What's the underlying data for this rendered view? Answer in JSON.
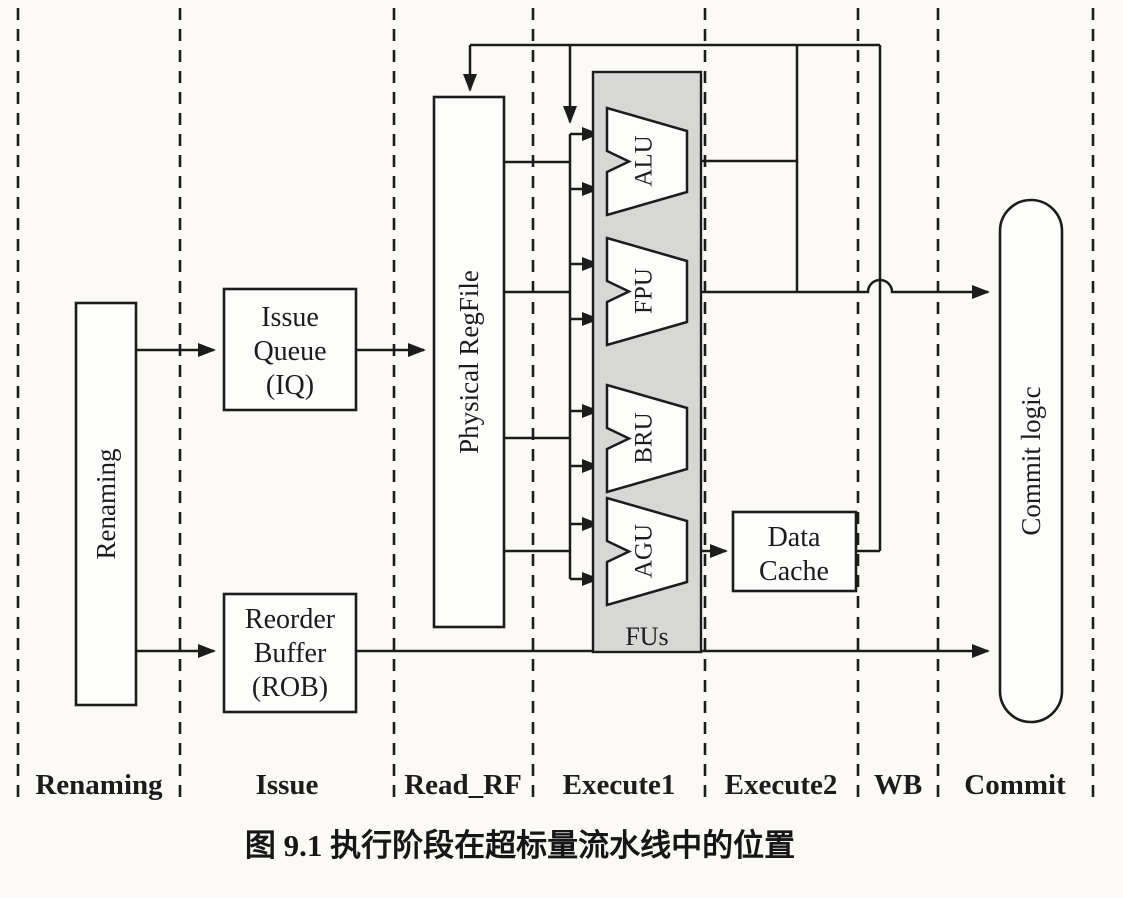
{
  "figure": {
    "caption": "图 9.1  执行阶段在超标量流水线中的位置",
    "stage_labels": [
      "Renaming",
      "Issue",
      "Read_RF",
      "Execute1",
      "Execute2",
      "WB",
      "Commit"
    ],
    "blocks": {
      "renaming": "Renaming",
      "issue_queue_lines": [
        "Issue",
        "Queue",
        "(IQ)"
      ],
      "reorder_buffer_lines": [
        "Reorder",
        "Buffer",
        "(ROB)"
      ],
      "physical_regfile": "Physical RegFile",
      "functional_units": [
        "ALU",
        "FPU",
        "BRU",
        "AGU"
      ],
      "fus_group_label": "FUs",
      "data_cache_lines": [
        "Data",
        "Cache"
      ],
      "commit_logic": "Commit logic"
    },
    "colors": {
      "ink": "#1c1c1c",
      "fus_fill": "#d7d7d5",
      "box_fill": "#fdfdfc",
      "page_background": "#fbfaf7"
    }
  }
}
